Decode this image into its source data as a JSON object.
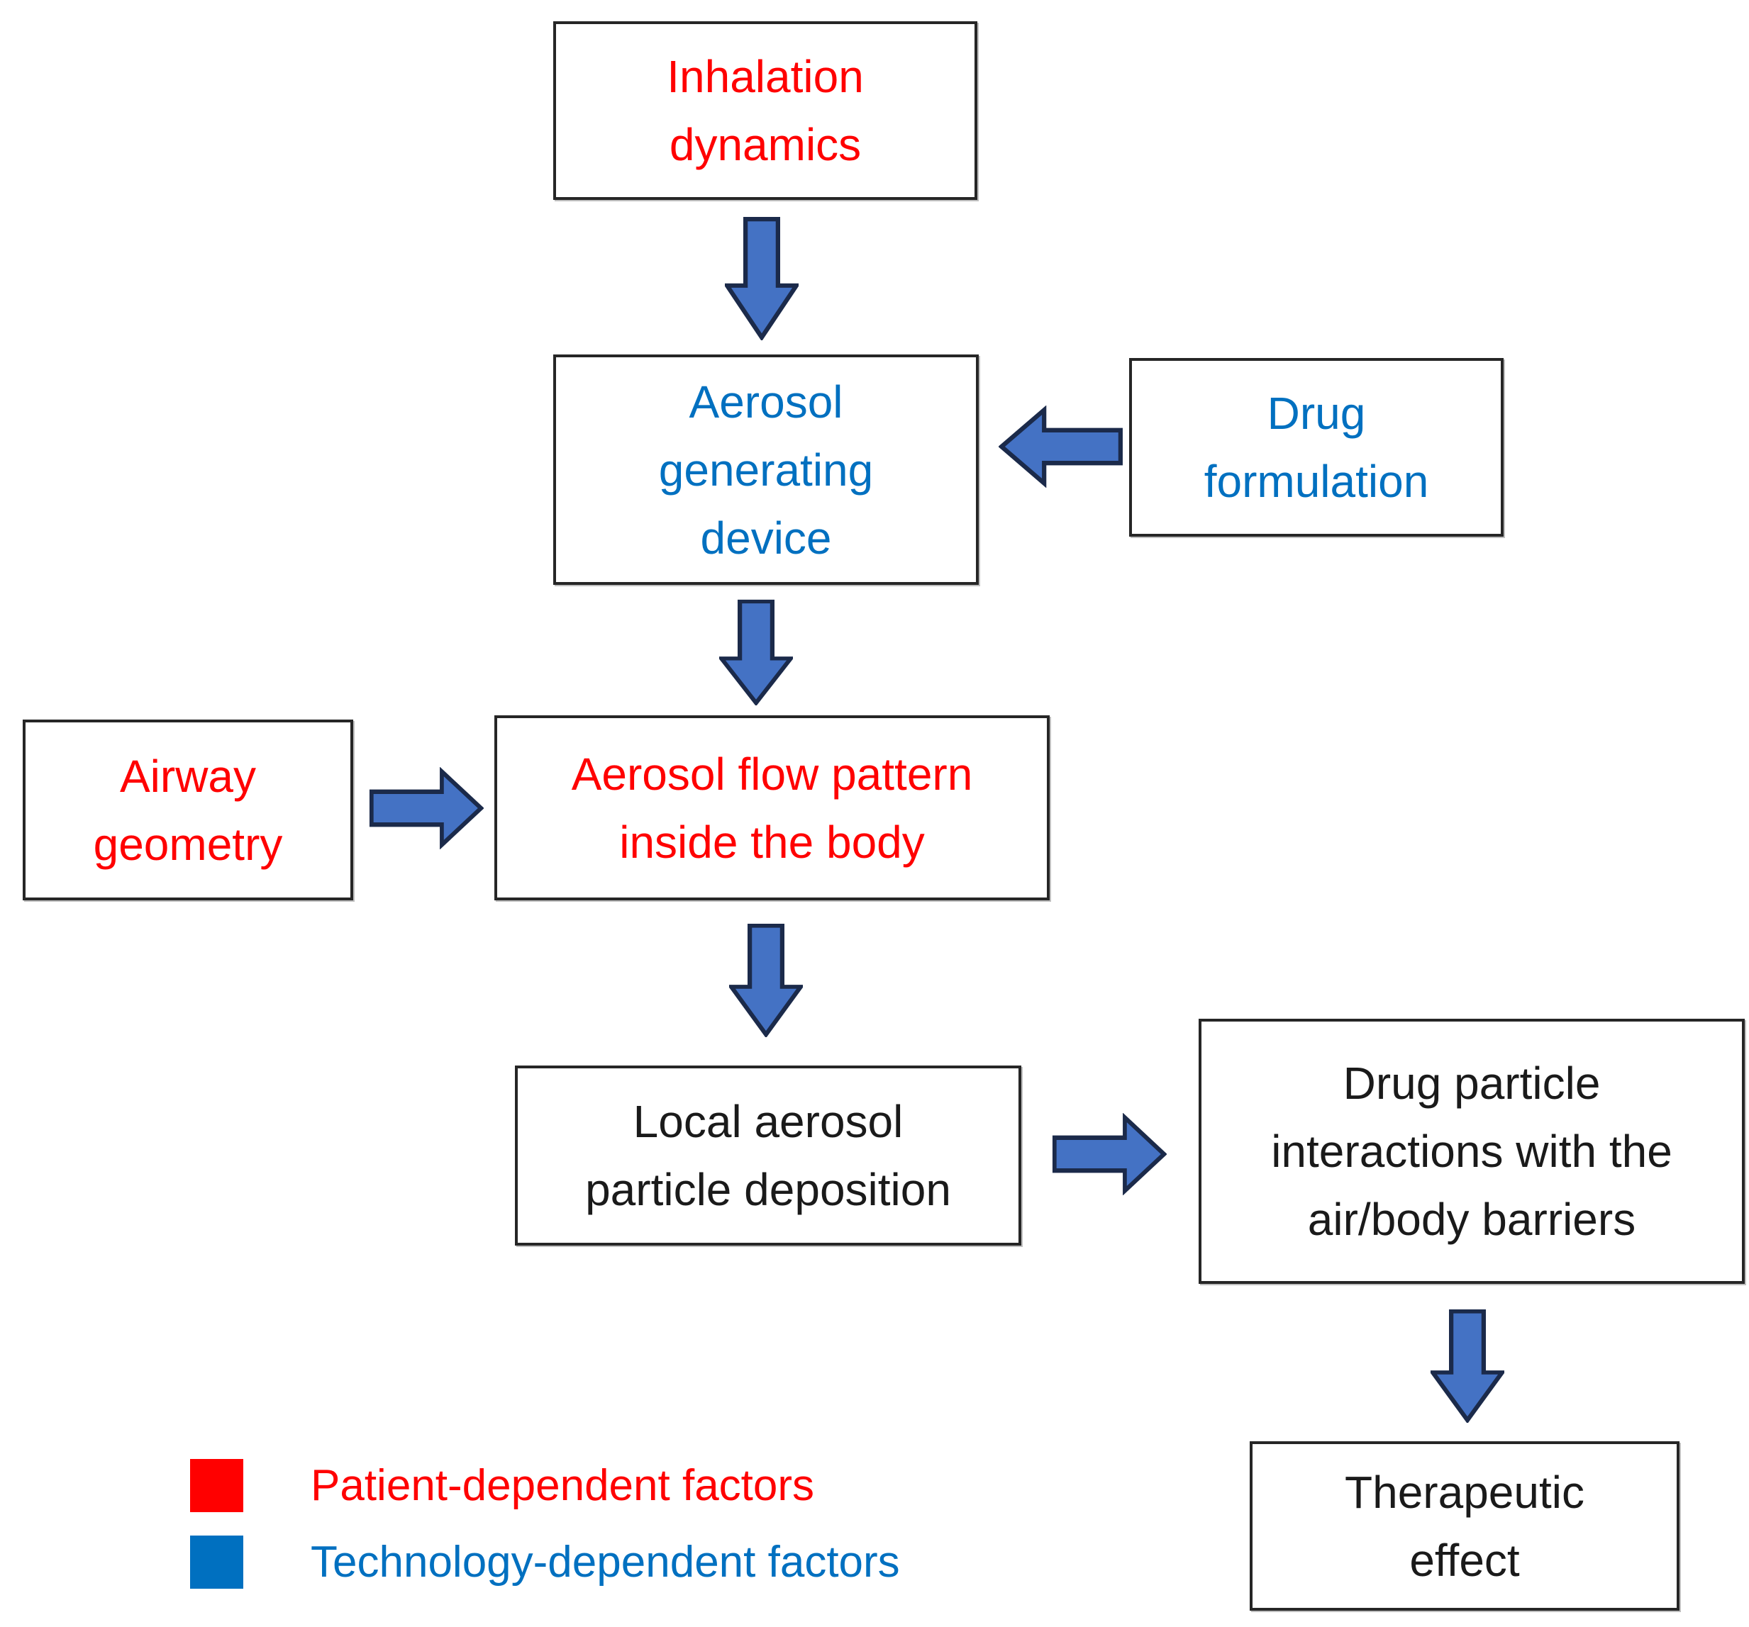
{
  "diagram": {
    "title": "Aerosol drug delivery factor flowchart",
    "nodes": [
      {
        "id": "inhalation-dynamics",
        "label": "Inhalation\ndynamics",
        "category": "patient-dependent"
      },
      {
        "id": "aerosol-generating-device",
        "label": "Aerosol\ngenerating\ndevice",
        "category": "technology-dependent"
      },
      {
        "id": "drug-formulation",
        "label": "Drug\nformulation",
        "category": "technology-dependent"
      },
      {
        "id": "airway-geometry",
        "label": "Airway\ngeometry",
        "category": "patient-dependent"
      },
      {
        "id": "aerosol-flow-pattern",
        "label": "Aerosol flow pattern\ninside the body",
        "category": "patient-dependent"
      },
      {
        "id": "local-aerosol-particle-deposition",
        "label": "Local aerosol\nparticle deposition",
        "category": "neutral"
      },
      {
        "id": "drug-particle-interactions",
        "label": "Drug particle\ninteractions with the\nair/body barriers",
        "category": "neutral"
      },
      {
        "id": "therapeutic-effect",
        "label": "Therapeutic\neffect",
        "category": "neutral"
      }
    ],
    "edges": [
      {
        "from": "inhalation-dynamics",
        "to": "aerosol-generating-device",
        "direction": "down"
      },
      {
        "from": "drug-formulation",
        "to": "aerosol-generating-device",
        "direction": "left"
      },
      {
        "from": "aerosol-generating-device",
        "to": "aerosol-flow-pattern",
        "direction": "down"
      },
      {
        "from": "airway-geometry",
        "to": "aerosol-flow-pattern",
        "direction": "right"
      },
      {
        "from": "aerosol-flow-pattern",
        "to": "local-aerosol-particle-deposition",
        "direction": "down"
      },
      {
        "from": "local-aerosol-particle-deposition",
        "to": "drug-particle-interactions",
        "direction": "right"
      },
      {
        "from": "drug-particle-interactions",
        "to": "therapeutic-effect",
        "direction": "down"
      }
    ],
    "legend": {
      "items": [
        {
          "label": "Patient-dependent factors",
          "category": "patient-dependent",
          "color": "#FF0000"
        },
        {
          "label": "Technology-dependent factors",
          "category": "technology-dependent",
          "color": "#0070C0"
        }
      ]
    },
    "colors": {
      "patient": "#FF0000",
      "technology": "#0070C0",
      "neutral_text": "#1A1A1A",
      "arrow_fill": "#4472C4",
      "arrow_stroke": "#1B2A4A",
      "box_border": "#262626",
      "background": "#FFFFFF"
    }
  }
}
